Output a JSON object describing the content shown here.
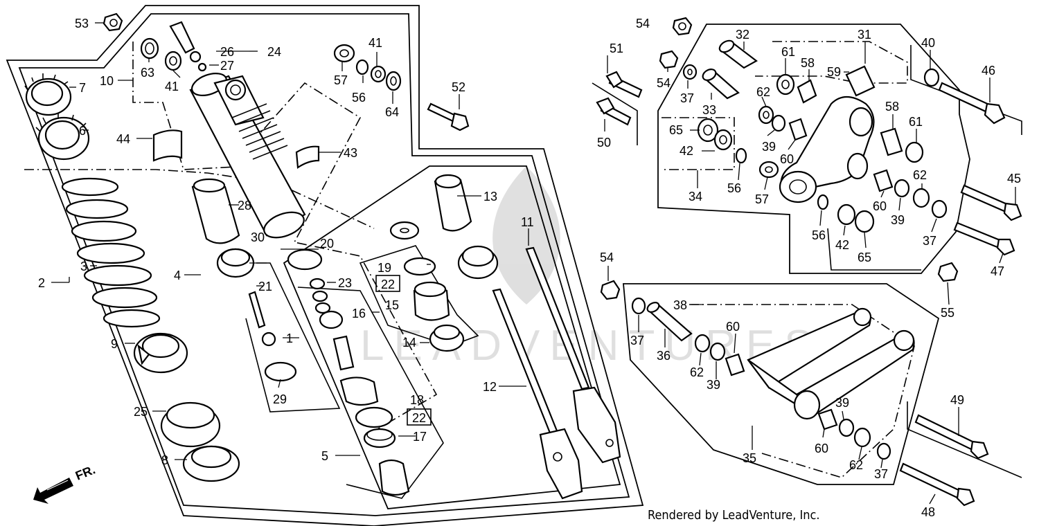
{
  "diagram": {
    "footer_text": "Rendered by LeadVenture, Inc.",
    "watermark_text": "LEADVENTURES",
    "direction_label": "FR.",
    "callouts": [
      "53",
      "7",
      "10",
      "63",
      "41",
      "26",
      "24",
      "27",
      "57",
      "56",
      "41",
      "64",
      "52",
      "6",
      "44",
      "43",
      "28",
      "30",
      "20",
      "21",
      "23",
      "19",
      "22",
      "15",
      "16",
      "14",
      "13",
      "11",
      "2",
      "3",
      "4",
      "1",
      "9",
      "29",
      "25",
      "8",
      "12",
      "18",
      "22",
      "17",
      "5",
      "54",
      "51",
      "54",
      "37",
      "33",
      "32",
      "31",
      "61",
      "58",
      "59",
      "40",
      "46",
      "62",
      "65",
      "42",
      "39",
      "60",
      "58",
      "61",
      "50",
      "34",
      "56",
      "57",
      "62",
      "60",
      "39",
      "37",
      "45",
      "56",
      "42",
      "65",
      "47",
      "54",
      "55",
      "38",
      "37",
      "36",
      "60",
      "62",
      "39",
      "49",
      "35",
      "39",
      "60",
      "62",
      "37",
      "48"
    ]
  }
}
